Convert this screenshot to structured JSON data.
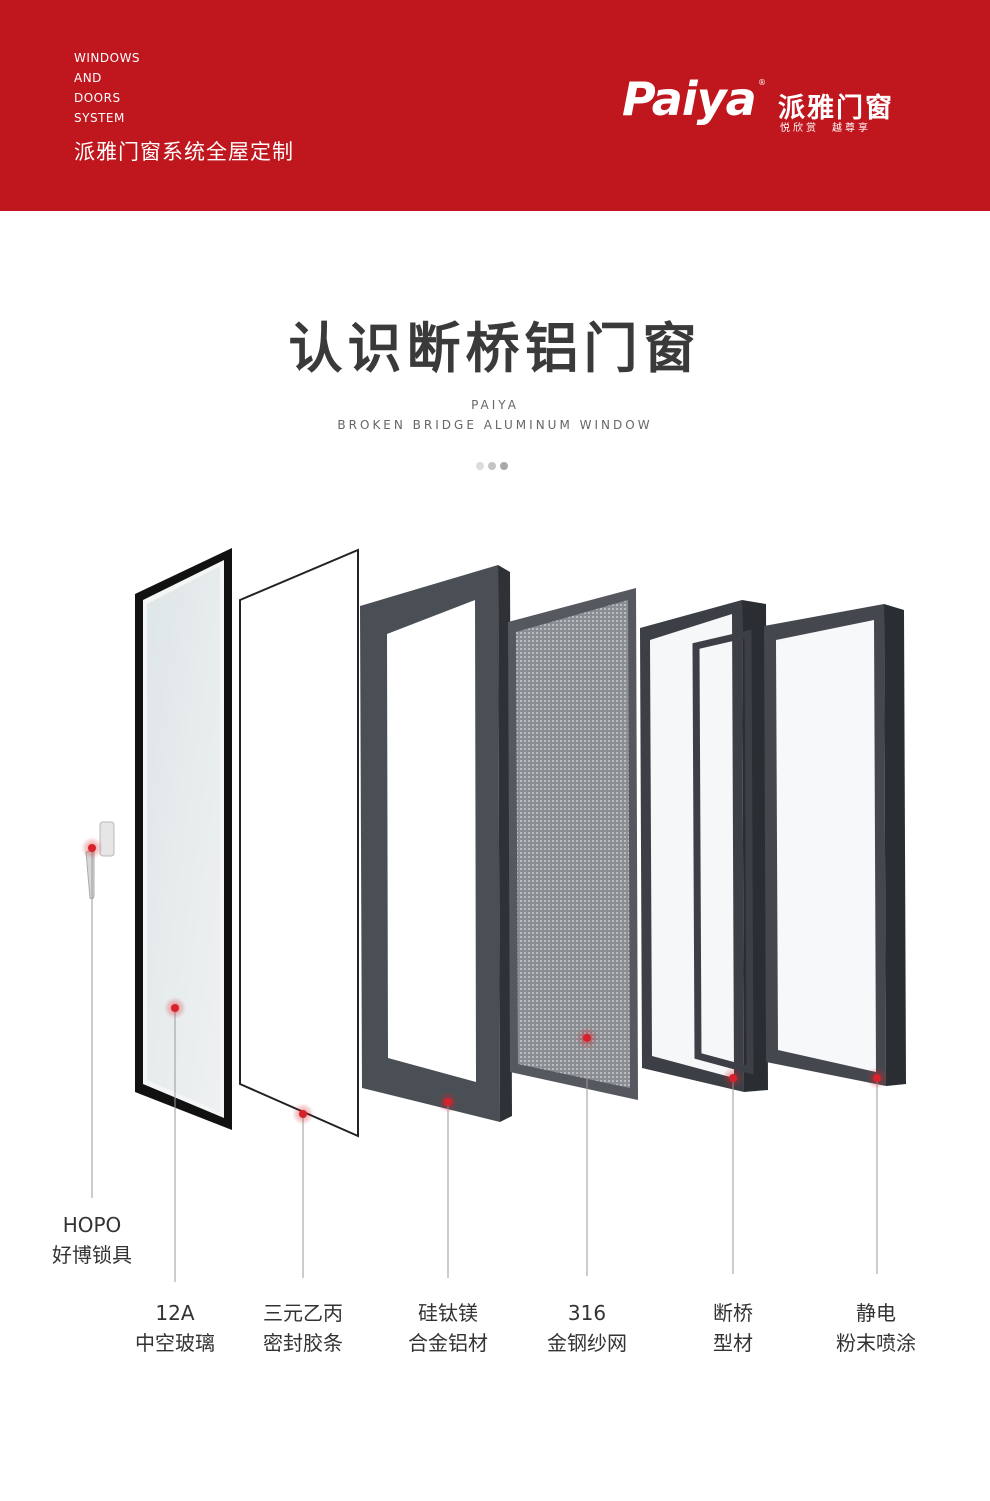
{
  "header": {
    "tagline_lines": [
      "WINDOWS",
      "AND",
      "DOORS",
      "SYSTEM"
    ],
    "tagline_cn": "派雅门窗系统全屋定制",
    "logo": {
      "word": "Paiya",
      "reg_mark": "®",
      "name_cn": "派雅门窗",
      "slogan": "悦欣赏　越尊享"
    }
  },
  "title": {
    "main": "认识断桥铝门窗",
    "sub1": "PAIYA",
    "sub2": "BROKEN BRIDGE ALUMINUM WINDOW"
  },
  "colors": {
    "brand_red": "#c0161e",
    "frame_gray": "#4a4e55",
    "marker_red": "#d8222b"
  },
  "labels": [
    {
      "line1": "HOPO",
      "line2": "好博锁具"
    },
    {
      "line1": "12A",
      "line2": "中空玻璃"
    },
    {
      "line1": "三元乙丙",
      "line2": "密封胶条"
    },
    {
      "line1": "硅钛镁",
      "line2": "合金铝材"
    },
    {
      "line1": "316",
      "line2": "金钢纱网"
    },
    {
      "line1": "断桥",
      "line2": "型材"
    },
    {
      "line1": "静电",
      "line2": "粉末喷涂"
    }
  ]
}
